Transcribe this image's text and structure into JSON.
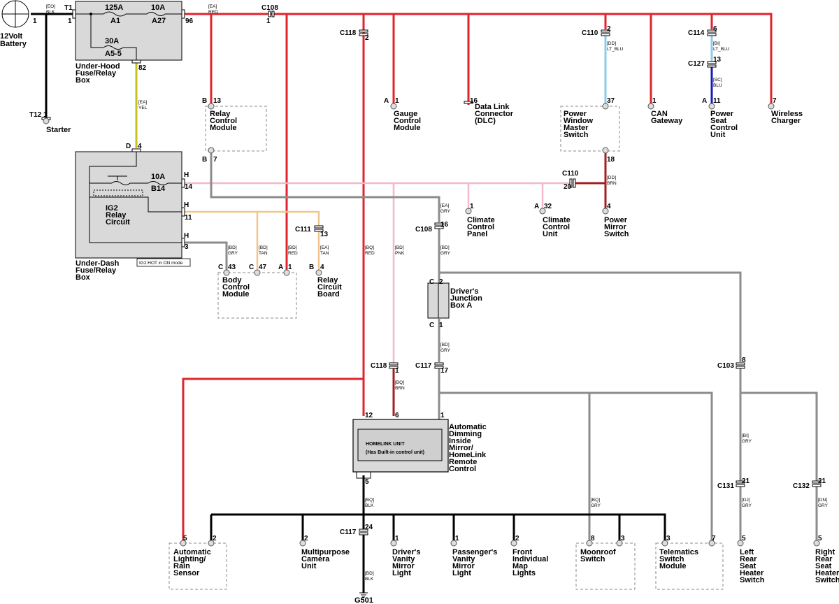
{
  "labels": {
    "battery": [
      "12Volt",
      "Battery"
    ],
    "underhood": [
      "Under-Hood",
      "Fuse/Relay",
      "Box"
    ],
    "underdash": [
      "Under-Dash",
      "Fuse/Relay",
      "Box"
    ],
    "ig2": [
      "IG2",
      "Relay",
      "Circuit"
    ],
    "ig2note": "IG2:HOT in ON mode",
    "starter": "Starter",
    "relay_ctrl": [
      "Relay",
      "Control",
      "Module"
    ],
    "gauge": [
      "Gauge",
      "Control",
      "Module"
    ],
    "dlc": [
      "Data Link",
      "Connector",
      "(DLC)"
    ],
    "pwms": [
      "Power",
      "Window",
      "Master",
      "Switch"
    ],
    "can": [
      "CAN",
      "Gateway"
    ],
    "pseat": [
      "Power",
      "Seat",
      "Control",
      "Unit"
    ],
    "wireless": [
      "Wireless",
      "Charger"
    ],
    "climate_panel": [
      "Climate",
      "Control",
      "Panel"
    ],
    "climate_unit": [
      "Climate",
      "Control",
      "Unit"
    ],
    "power_mirror": [
      "Power",
      "Mirror",
      "Switch"
    ],
    "bcm": [
      "Body",
      "Control",
      "Module"
    ],
    "relay_board": [
      "Relay",
      "Circuit",
      "Board"
    ],
    "djb": [
      "Driver's",
      "Junction",
      "Box A"
    ],
    "mirror": [
      "Automatic",
      "Dimming",
      "Inside",
      "Mirror/",
      "HomeLink",
      "Remote",
      "Control"
    ],
    "homelink": [
      "HOMELINK   UNIT",
      "(Has Built-in control unit)"
    ],
    "auto_light": [
      "Automatic",
      "Lighting/",
      "Rain",
      "Sensor"
    ],
    "camera": [
      "Multipurpose",
      "Camera",
      "Unit"
    ],
    "drv_vanity": [
      "Driver's",
      "Vanity",
      "Mirror",
      "Light"
    ],
    "pass_vanity": [
      "Passenger's",
      "Vanity",
      "Mirror",
      "Light"
    ],
    "map_lights": [
      "Front",
      "Individual",
      "Map",
      "Lights"
    ],
    "moonroof": [
      "Moonroof",
      "Switch"
    ],
    "telematics": [
      "Telematics",
      "Switch",
      "Module"
    ],
    "lr_heater": [
      "Left",
      "Rear",
      "Seat",
      "Heater",
      "Switch"
    ],
    "rr_heater": [
      "Right",
      "Rear",
      "Seat",
      "Heater",
      "Switch"
    ],
    "g501": "G501"
  },
  "fuses": {
    "f1": {
      "rating": "125A",
      "id": "A1"
    },
    "f2": {
      "rating": "10A",
      "id": "A27"
    },
    "f3": {
      "rating": "30A",
      "id": "A5-5"
    },
    "f4": {
      "rating": "10A",
      "id": "B14"
    }
  },
  "connectors": {
    "c108a": "C108",
    "c118a": "C118",
    "c110a": "C110",
    "c114": "C114",
    "c127": "C127",
    "c110b": "C110",
    "c111": "C111",
    "c108b": "C108",
    "c118b": "C118",
    "c117a": "C117",
    "c103": "C103",
    "c131": "C131",
    "c132": "C132",
    "c117b": "C117",
    "t1": "T1",
    "t12": "T12"
  },
  "wires": {
    "eo_blk": [
      "[EO]",
      "BLK"
    ],
    "ea_red": [
      "[EA]",
      "RED"
    ],
    "ea_yel": [
      "[EA]",
      "YEL"
    ],
    "dd_ltblu": [
      "[DD]",
      "LT_BLU"
    ],
    "bi_ltblu": [
      "[BI]",
      "LT_BLU"
    ],
    "sc_blu": [
      "[SC]",
      "BLU"
    ],
    "dd_brn": [
      "[DD]",
      "BRN"
    ],
    "ea_gry": [
      "[EA]",
      "GRY"
    ],
    "bd_gry": [
      "[BD]",
      "GRY"
    ],
    "bd_tan": [
      "[BD]",
      "TAN"
    ],
    "bd_red": [
      "[BD]",
      "RED"
    ],
    "ea_tan": [
      "[EA]",
      "TAN"
    ],
    "bq_red": [
      "[BQ]",
      "RED"
    ],
    "bd_pnk": [
      "[BD]",
      "PNK"
    ],
    "bd_gry2": [
      "[BD]",
      "GRY"
    ],
    "bq_brn": [
      "[BQ]",
      "BRN"
    ],
    "bd_gry3": [
      "[BD]",
      "GRY"
    ],
    "bi_gry": [
      "[BI]",
      "GRY"
    ],
    "dj_gry": [
      "[DJ]",
      "GRY"
    ],
    "dn_gry": [
      "[DN]",
      "GRY"
    ],
    "bq_blk": [
      "[BQ]",
      "BLK"
    ],
    "bq_gry": [
      "[BQ]",
      "GRY"
    ],
    "bd_blk": [
      "[BD]",
      "BLK"
    ]
  }
}
